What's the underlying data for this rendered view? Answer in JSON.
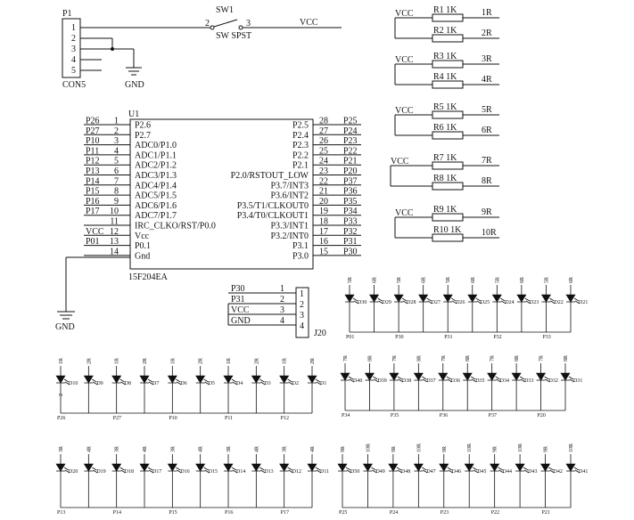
{
  "p1": {
    "ref": "P1",
    "value": "CON5",
    "pins": [
      "1",
      "2",
      "3",
      "4",
      "5"
    ]
  },
  "gnd_label": "GND",
  "vcc_label": "VCC",
  "sw1": {
    "ref": "SW1",
    "value": "SW SPST",
    "pin_left": "2",
    "pin_right": "3",
    "net": "VCC"
  },
  "resistor_groups": [
    {
      "vcc": "VCC",
      "rows": [
        {
          "ref": "R1 1K",
          "net": "1R"
        },
        {
          "ref": "R2 1K",
          "net": "2R"
        }
      ]
    },
    {
      "vcc": "VCC",
      "rows": [
        {
          "ref": "R3 1K",
          "net": "3R"
        },
        {
          "ref": "R4 1K",
          "net": "4R"
        }
      ]
    },
    {
      "vcc": "VCC",
      "rows": [
        {
          "ref": "R5 1K",
          "net": "5R"
        },
        {
          "ref": "R6 1K",
          "net": "6R"
        }
      ]
    },
    {
      "vcc": "VCC",
      "rows": [
        {
          "ref": "R7 1K",
          "net": "7R"
        },
        {
          "ref": "R8 1K",
          "net": "8R"
        }
      ]
    },
    {
      "vcc": "VCC",
      "rows": [
        {
          "ref": "R9 1K",
          "net": "9R"
        },
        {
          "ref": "R10 1K",
          "net": "10R"
        }
      ]
    }
  ],
  "u1": {
    "ref": "U1",
    "part": "15F204EA",
    "left": [
      {
        "net": "P26",
        "num": "1",
        "fn": "P2.6"
      },
      {
        "net": "P27",
        "num": "2",
        "fn": "P2.7"
      },
      {
        "net": "P10",
        "num": "3",
        "fn": "ADC0/P1.0"
      },
      {
        "net": "P11",
        "num": "4",
        "fn": "ADC1/P1.1"
      },
      {
        "net": "P12",
        "num": "5",
        "fn": "ADC2/P1.2"
      },
      {
        "net": "P13",
        "num": "6",
        "fn": "ADC3/P1.3"
      },
      {
        "net": "P14",
        "num": "7",
        "fn": "ADC4/P1.4"
      },
      {
        "net": "P15",
        "num": "8",
        "fn": "ADC5/P1.5"
      },
      {
        "net": "P16",
        "num": "9",
        "fn": "ADC6/P1.6"
      },
      {
        "net": "P17",
        "num": "10",
        "fn": "ADC7/P1.7"
      },
      {
        "net": "",
        "num": "11",
        "fn": "IRC_CLKO/RST/P0.0"
      },
      {
        "net": "VCC",
        "num": "12",
        "fn": "Vcc"
      },
      {
        "net": "P01",
        "num": "13",
        "fn": "P0.1"
      },
      {
        "net": "",
        "num": "14",
        "fn": "Gnd"
      }
    ],
    "right": [
      {
        "net": "P25",
        "num": "28",
        "fn": "P2.5"
      },
      {
        "net": "P24",
        "num": "27",
        "fn": "P2.4"
      },
      {
        "net": "P23",
        "num": "26",
        "fn": "P2.3"
      },
      {
        "net": "P22",
        "num": "25",
        "fn": "P2.2"
      },
      {
        "net": "P21",
        "num": "24",
        "fn": "P2.1"
      },
      {
        "net": "P20",
        "num": "23",
        "fn": "P2.0/RSTOUT_LOW"
      },
      {
        "net": "P37",
        "num": "22",
        "fn": "P3.7/INT3"
      },
      {
        "net": "P36",
        "num": "21",
        "fn": "P3.6/INT2"
      },
      {
        "net": "P35",
        "num": "20",
        "fn": "P3.5/T1/CLKOUT0"
      },
      {
        "net": "P34",
        "num": "19",
        "fn": "P3.4/T0/CLKOUT1"
      },
      {
        "net": "P33",
        "num": "18",
        "fn": "P3.3/INT1"
      },
      {
        "net": "P32",
        "num": "17",
        "fn": "P3.2/INT0"
      },
      {
        "net": "P31",
        "num": "16",
        "fn": "P3.1"
      },
      {
        "net": "P30",
        "num": "15",
        "fn": "P3.0"
      }
    ]
  },
  "j20": {
    "ref": "J20",
    "pins": [
      {
        "net": "P30",
        "num": "1"
      },
      {
        "net": "P31",
        "num": "2"
      },
      {
        "net": "VCC",
        "num": "3"
      },
      {
        "net": "GND",
        "num": "4"
      }
    ]
  },
  "led_blocks": [
    {
      "d": [
        "D30",
        "D29",
        "D28",
        "D27",
        "D26",
        "D25",
        "D24",
        "D23",
        "D22",
        "D21"
      ],
      "r": [
        "5R",
        "6R",
        "5R",
        "6R",
        "5R",
        "6R",
        "5R",
        "6R",
        "5R",
        "6R"
      ],
      "nets": [
        "P01",
        "P30",
        "P31",
        "P32",
        "P33"
      ]
    },
    {
      "d": [
        "D10",
        "D9",
        "D8",
        "D7",
        "D6",
        "D5",
        "D4",
        "D3",
        "D2",
        "D1"
      ],
      "r": [
        "1R",
        "2R",
        "1R",
        "2R",
        "1R",
        "2R",
        "1R",
        "2R",
        "1R",
        "2R"
      ],
      "nets": [
        "P26",
        "P27",
        "P10",
        "P11",
        "P12"
      ],
      "extra": "2"
    },
    {
      "d": [
        "D40",
        "D39",
        "D38",
        "D37",
        "D36",
        "D35",
        "D34",
        "D33",
        "D32",
        "D31"
      ],
      "r": [
        "7R",
        "8R",
        "7R",
        "8R",
        "7R",
        "8R",
        "7R",
        "8R",
        "7R",
        "8R"
      ],
      "nets": [
        "P34",
        "P35",
        "P36",
        "P37",
        "P20"
      ]
    },
    {
      "d": [
        "D20",
        "D19",
        "D18",
        "D17",
        "D16",
        "D15",
        "D14",
        "D13",
        "D12",
        "D11"
      ],
      "r": [
        "3R",
        "4R",
        "3R",
        "4R",
        "3R",
        "4R",
        "3R",
        "4R",
        "3R",
        "4R"
      ],
      "nets": [
        "P13",
        "P14",
        "P15",
        "P16",
        "P17"
      ]
    },
    {
      "d": [
        "D50",
        "D49",
        "D48",
        "D47",
        "D46",
        "D45",
        "D44",
        "D43",
        "D42",
        "D41"
      ],
      "r": [
        "9R",
        "10R",
        "9R",
        "10R",
        "9R",
        "10R",
        "9R",
        "10R",
        "9R",
        "10R"
      ],
      "nets": [
        "P25",
        "P24",
        "P23",
        "P22",
        "P21"
      ]
    }
  ]
}
